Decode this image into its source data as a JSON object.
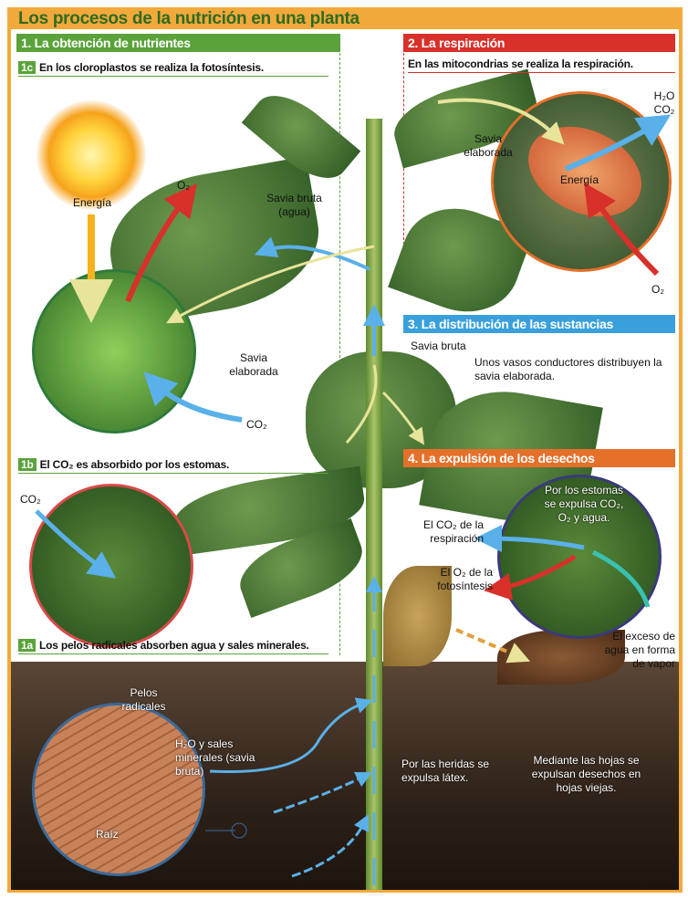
{
  "title": "Los procesos de la nutrición en una planta",
  "sections": {
    "s1": "1. La obtención de nutrientes",
    "s1c_tag": "1c",
    "s1c": "En los cloroplastos se realiza la fotosíntesis.",
    "s1b_tag": "1b",
    "s1b": "El CO₂ es absorbido por los estomas.",
    "s1a_tag": "1a",
    "s1a": "Los pelos radicales absorben agua y sales minerales.",
    "s2": "2. La respiración",
    "s2_sub": "En las mitocondrias se realiza la respiración.",
    "s3": "3. La distribución de las sustancias",
    "s4": "4. La expulsión de los desechos"
  },
  "labels": {
    "energia1": "Energía",
    "o2_1": "O₂",
    "savia_bruta_agua": "Savia bruta (agua)",
    "savia_elab1": "Savia elaborada",
    "co2_1": "CO₂",
    "savia_elab2": "Savia elaborada",
    "h2o_co2": "H₂O CO₂",
    "energia2": "Energía",
    "o2_2": "O₂",
    "savia_bruta": "Savia bruta",
    "vasos": "Unos vasos conductores distribuyen la savia elaborada.",
    "co2_2": "CO₂",
    "estomas": "Por los estomas se expulsa CO₂, O₂ y agua.",
    "co2_resp": "El CO₂ de la respiración",
    "o2_foto": "El O₂ de la fotosíntesis",
    "vapor": "El exceso de agua en forma de vapor",
    "pelos": "Pelos radicales",
    "h2o_sales": "H₂O y sales minerales (savia bruta)",
    "raiz": "Raíz",
    "latex": "Por las heridas se expulsa látex.",
    "hojas_viejas": "Mediante las hojas se expulsan desechos en hojas viejas."
  },
  "colors": {
    "orange": "#f2a93b",
    "green": "#5aa33a",
    "red": "#d8302a",
    "blue": "#3aa0dc",
    "orange_dark": "#e4702a"
  }
}
